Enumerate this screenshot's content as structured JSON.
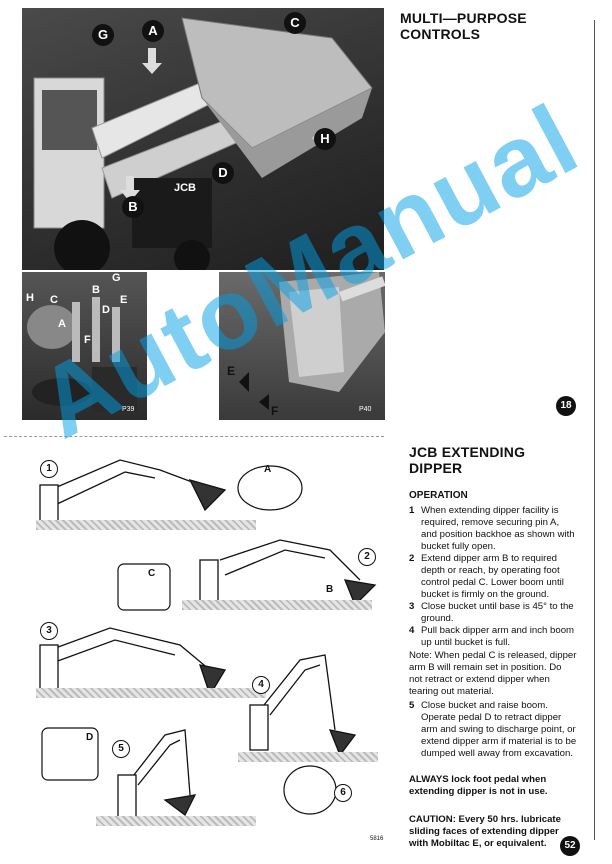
{
  "header": {
    "title_line1": "MULTI—PURPOSE",
    "title_line2": "CONTROLS"
  },
  "photo_main": {
    "labels": [
      "G",
      "A",
      "C",
      "H",
      "D",
      "B"
    ],
    "machine_text": "JCB"
  },
  "photo_p39": {
    "labels": [
      "H",
      "C",
      "B",
      "G",
      "E",
      "A",
      "D",
      "F"
    ],
    "caption": "P39"
  },
  "photo_p40": {
    "labels": [
      "E",
      "F"
    ],
    "caption": "P40"
  },
  "figure_number": "18",
  "section": {
    "title_line1": "JCB EXTENDING",
    "title_line2": "DIPPER",
    "operation_heading": "OPERATION",
    "steps": [
      {
        "n": "1",
        "text": "When extending dipper facility is required, remove securing pin A, and position backhoe as shown with bucket fully open."
      },
      {
        "n": "2",
        "text": "Extend dipper arm B to required depth or reach, by operating foot control pedal C. Lower boom until bucket is firmly on the ground."
      },
      {
        "n": "3",
        "text": "Close bucket until base is 45° to the ground."
      },
      {
        "n": "4",
        "text": "Pull back dipper arm and inch boom up until bucket is full."
      }
    ],
    "note": "Note: When pedal C is released, dipper arm B will remain set in position. Do not retract or extend dipper when tearing out material.",
    "step5": {
      "n": "5",
      "text": "Close bucket and raise boom. Operate pedal D to retract dipper arm and swing to discharge point, or extend dipper arm if material is to be dumped well away from excavation."
    },
    "always": "ALWAYS lock foot pedal when extending dipper is not in use.",
    "caution": "CAUTION: Every 50 hrs. lubricate sliding faces of extending dipper with Mobiltac E, or equivalent."
  },
  "diagrams": {
    "numbers": [
      "1",
      "2",
      "3",
      "4",
      "5",
      "6"
    ],
    "letters": [
      "A",
      "C",
      "B",
      "D"
    ],
    "code": "5816"
  },
  "page_number": "52",
  "watermark": "AutoManual"
}
